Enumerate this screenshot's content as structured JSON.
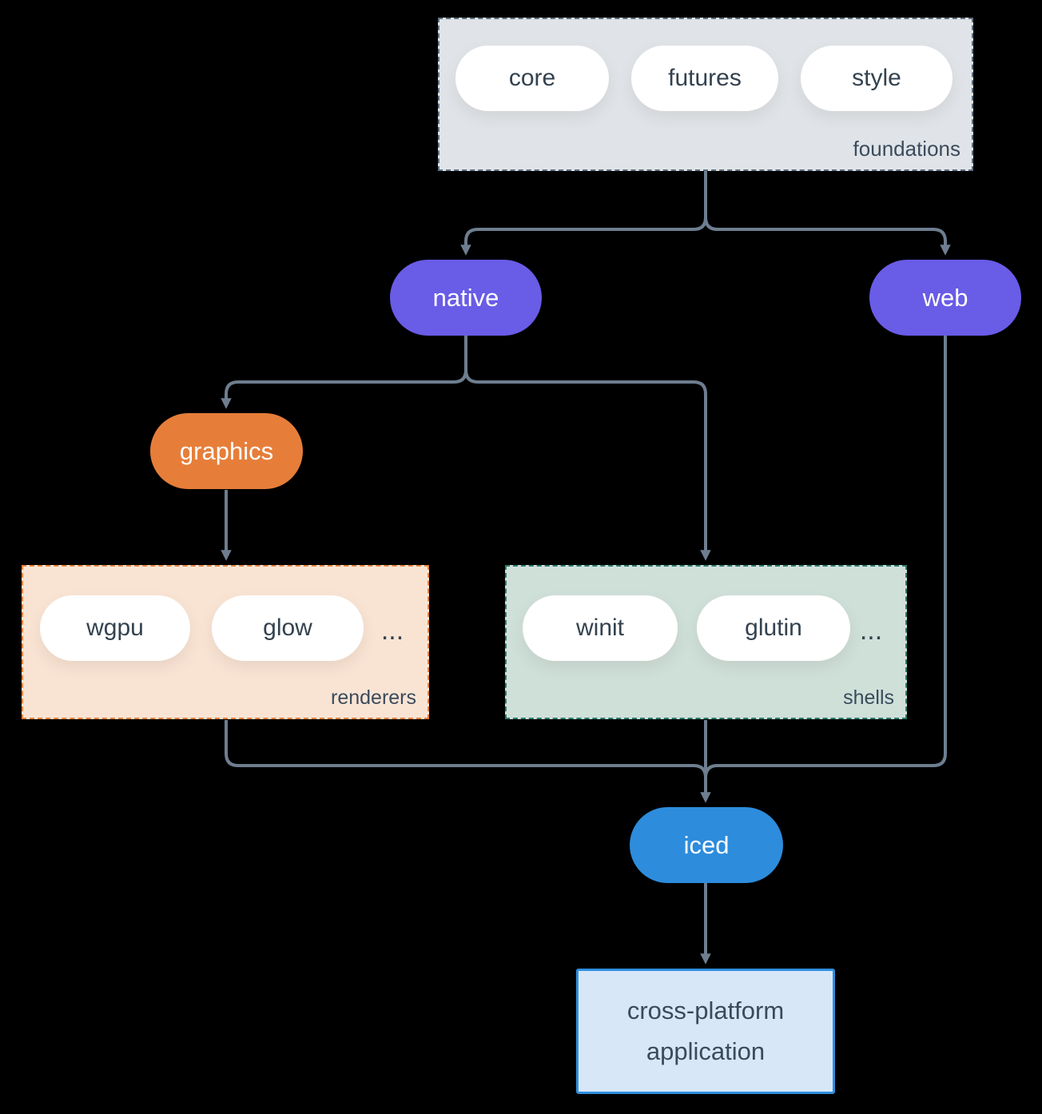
{
  "groups": {
    "foundations": {
      "label": "foundations",
      "pills": [
        "core",
        "futures",
        "style"
      ]
    },
    "renderers": {
      "label": "renderers",
      "pills": [
        "wgpu",
        "glow"
      ],
      "ellipsis": "..."
    },
    "shells": {
      "label": "shells",
      "pills": [
        "winit",
        "glutin"
      ],
      "ellipsis": "..."
    }
  },
  "nodes": {
    "native": "native",
    "web": "web",
    "graphics": "graphics",
    "iced": "iced",
    "application": "cross-platform application"
  },
  "colors": {
    "background": "#000000",
    "connector": "#6e7e90",
    "node_purple": "#695ce7",
    "node_orange": "#e67e3a",
    "node_blue": "#2d8cdc",
    "pill_bg": "#ffffff",
    "pill_text": "#33424f",
    "group_label_text": "#3b4b5c",
    "foundations_bg": "#e0e4e8",
    "foundations_border": "#5d6e80",
    "renderers_bg": "#f9e4d4",
    "renderers_border": "#e6813a",
    "shells_bg": "#cfe0d9",
    "shells_border": "#2b7a6d",
    "application_bg": "#d7e7f8",
    "application_border": "#2e8ede"
  }
}
